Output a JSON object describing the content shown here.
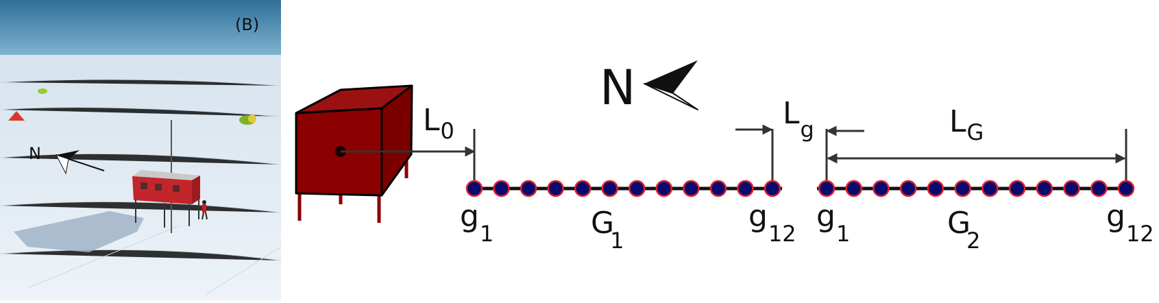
{
  "panel_label": "(B)",
  "photo": {
    "north_label": "N"
  },
  "diagram": {
    "north_label": "N",
    "labels": {
      "L0": {
        "main": "L",
        "sub": "0"
      },
      "Lg": {
        "main": "L",
        "sub": "g"
      },
      "LG": {
        "main": "L",
        "sub": "G"
      }
    },
    "groups": [
      {
        "name": {
          "main": "G",
          "sub": "1"
        },
        "first": {
          "main": "g",
          "sub": "1"
        },
        "last": {
          "main": "g",
          "sub": "12"
        },
        "nodes": 12
      },
      {
        "name": {
          "main": "G",
          "sub": "2"
        },
        "first": {
          "main": "g",
          "sub": "1"
        },
        "last": {
          "main": "g",
          "sub": "12"
        },
        "nodes": 12
      }
    ],
    "colors": {
      "building": "#8b0000",
      "node_fill": "#0a0a6e",
      "node_stroke": "#e0202a",
      "line": "#111111",
      "arrow": "#333333"
    }
  }
}
